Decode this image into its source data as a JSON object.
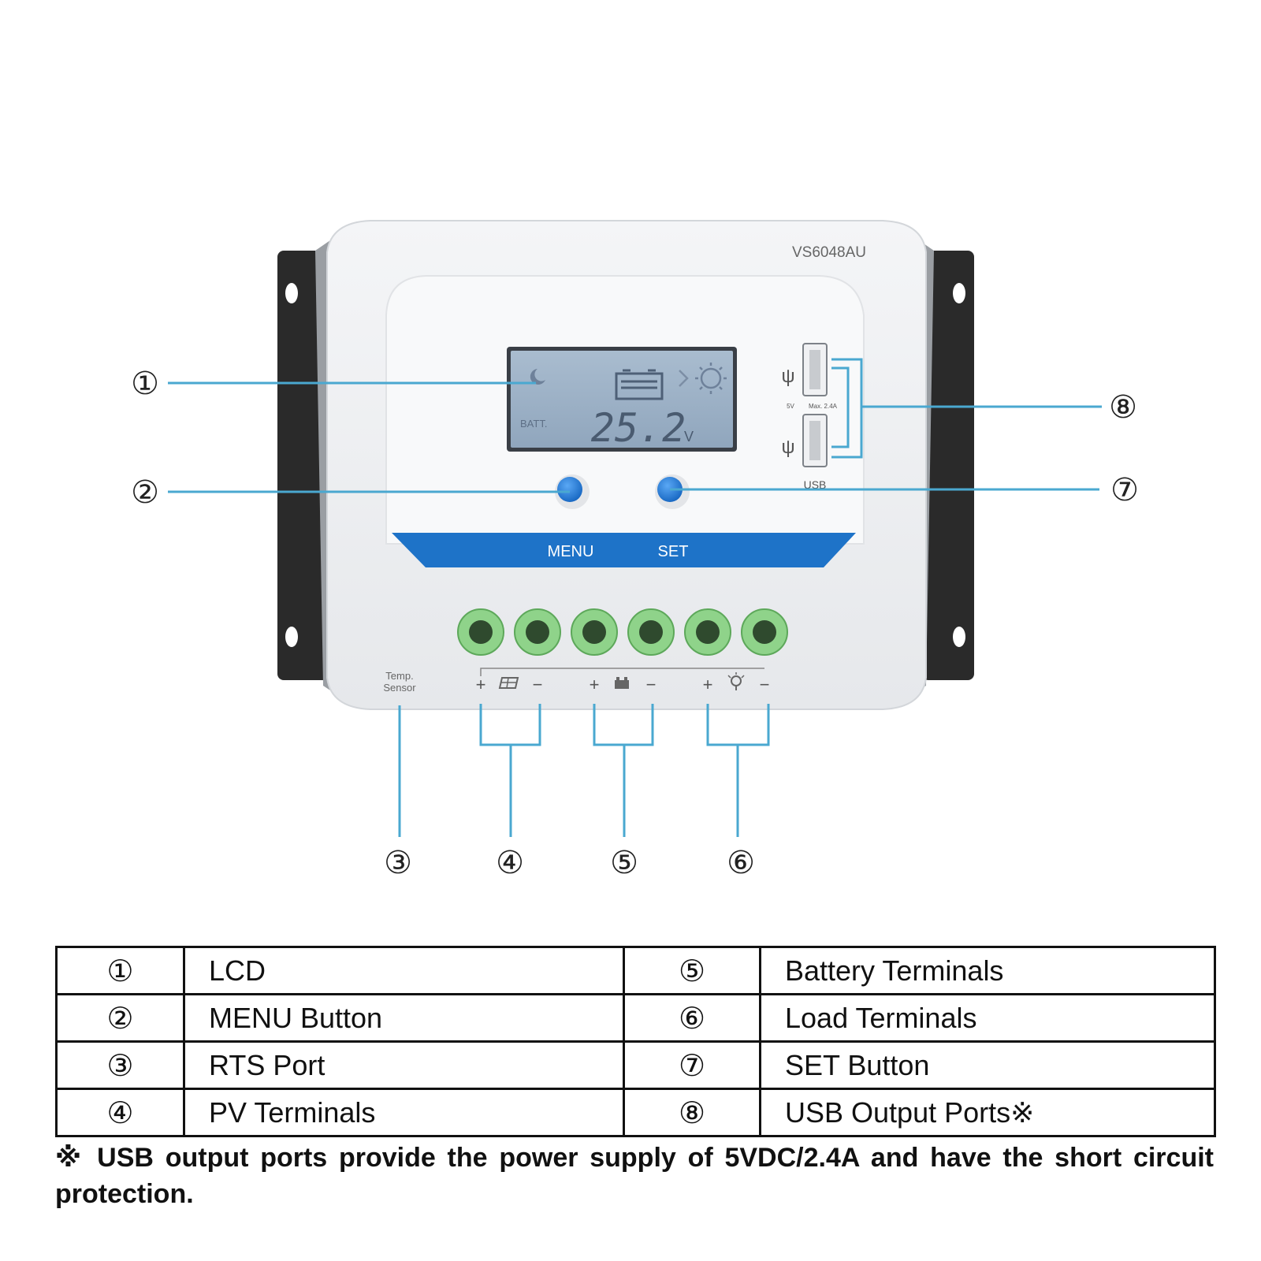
{
  "device": {
    "model": "VS6048AU",
    "lcd": {
      "label": "BATT.",
      "reading": "25.2",
      "unit": "V"
    },
    "buttons": {
      "menu": "MENU",
      "set": "SET"
    },
    "usb": {
      "voltage": "5V",
      "max": "Max. 2.4A",
      "label": "USB"
    },
    "temp_sensor": {
      "line1": "Temp.",
      "line2": "Sensor"
    },
    "terminal_signs": {
      "plus": "+",
      "minus": "−"
    }
  },
  "callouts": [
    "①",
    "②",
    "③",
    "④",
    "⑤",
    "⑥",
    "⑦",
    "⑧"
  ],
  "legend": [
    {
      "num": "①",
      "label": "LCD",
      "num2": "⑤",
      "label2": "Battery Terminals"
    },
    {
      "num": "②",
      "label": "MENU Button",
      "num2": "⑥",
      "label2": "Load Terminals"
    },
    {
      "num": "③",
      "label": "RTS Port",
      "num2": "⑦",
      "label2": "SET Button"
    },
    {
      "num": "④",
      "label": "PV Terminals",
      "num2": "⑧",
      "label2": "USB Output Ports※"
    }
  ],
  "footnote": "※ USB output ports provide the power supply of 5VDC/2.4A and have the short circuit protection.",
  "colors": {
    "callout_line": "#4aa8d0",
    "accent_blue": "#1e73c8",
    "lcd": "#9fb3c8",
    "terminal_green": "#8fd38a"
  }
}
